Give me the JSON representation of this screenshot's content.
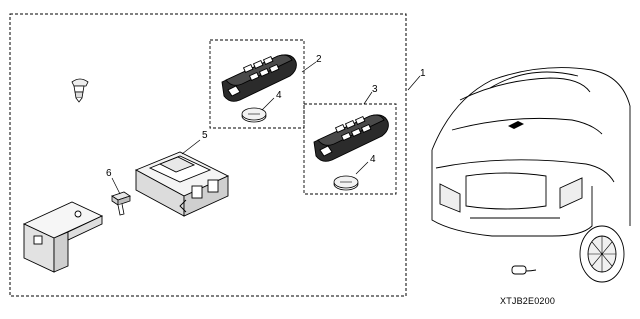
{
  "diagram_code": "XTJB2E0200",
  "callouts": {
    "c1": "1",
    "c2": "2",
    "c3": "3",
    "c4a": "4",
    "c4b": "4",
    "c5": "5",
    "c6": "6"
  }
}
